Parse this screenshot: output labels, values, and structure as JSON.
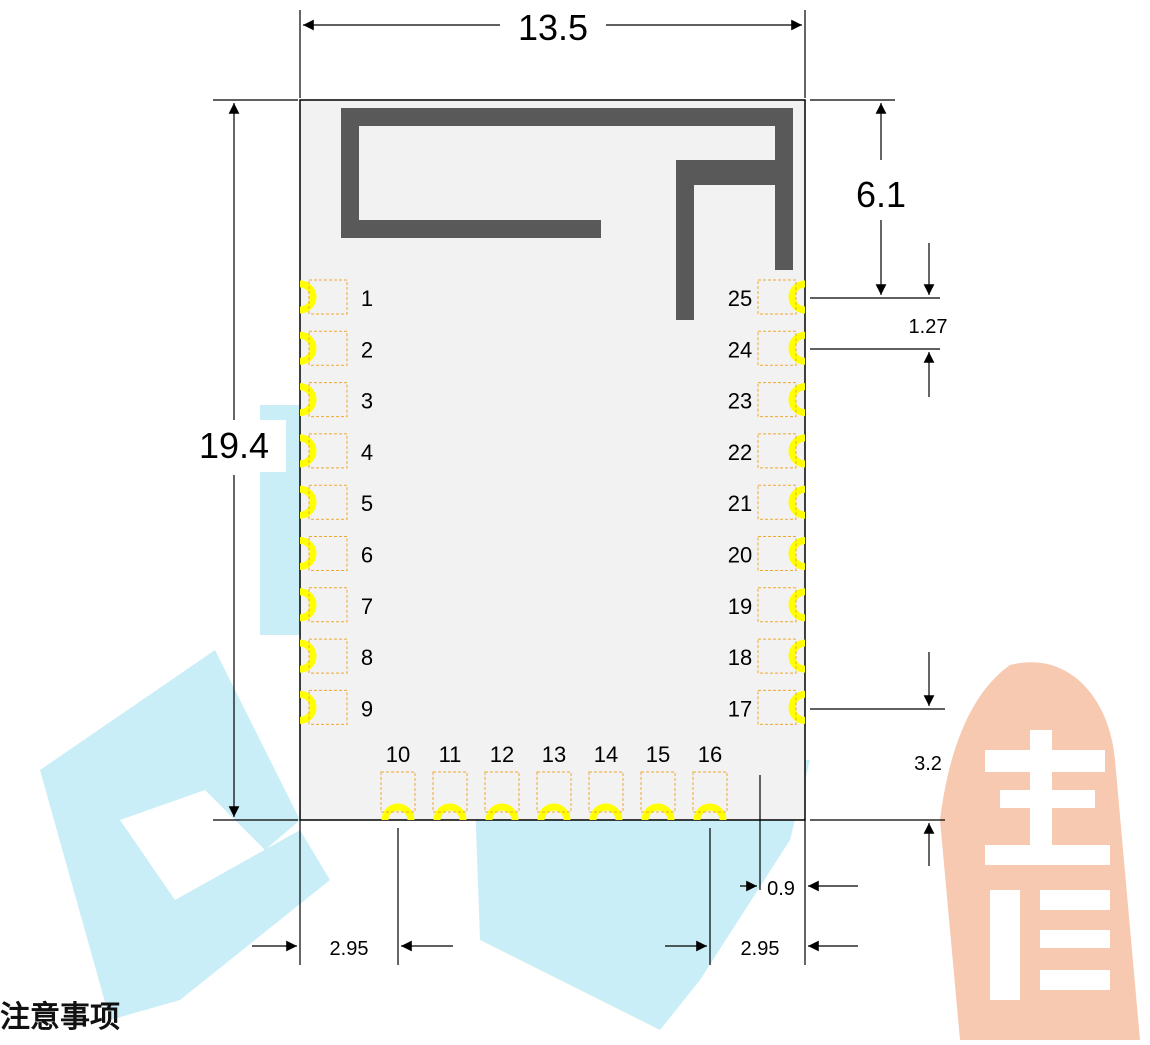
{
  "module": {
    "width_label": "13.5",
    "height_label": "19.4",
    "antenna_height_label": "6.1",
    "pin_pitch_label": "1.27",
    "bottom_gap_label": "3.2",
    "edge_gap_label": "0.9",
    "left_offset_label": "2.95",
    "right_offset_label": "2.95"
  },
  "pins": {
    "left": [
      "1",
      "2",
      "3",
      "4",
      "5",
      "6",
      "7",
      "8",
      "9"
    ],
    "bottom": [
      "10",
      "11",
      "12",
      "13",
      "14",
      "15",
      "16"
    ],
    "right": [
      "25",
      "24",
      "23",
      "22",
      "21",
      "20",
      "19",
      "18",
      "17"
    ]
  },
  "colors": {
    "board": "#f2f2f2",
    "antenna": "#595959",
    "pad": "#ffff00",
    "pad_outline": "#f0a830",
    "watermark_blue": "#c9eef8",
    "watermark_orange": "#f7c9b0"
  },
  "footer": {
    "title": "注意事项"
  }
}
